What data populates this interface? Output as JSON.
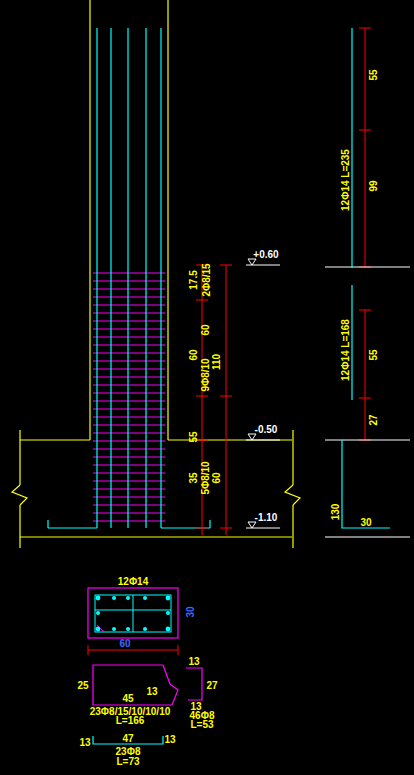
{
  "diagram": {
    "labels": [
      "+0.60",
      "-0.50",
      "-1.10",
      "17.5",
      "2Φ8/15",
      "60",
      "60",
      "9Φ8/10",
      "110",
      "55",
      "35",
      "5Φ8/10",
      "60",
      "55",
      "99",
      "12Φ14 L=235",
      "55",
      "27",
      "12Φ14 L=168",
      "130",
      "30",
      "12Φ14",
      "30",
      "60",
      "25",
      "45",
      "13",
      "23Φ8/15/10/10/10",
      "L=166",
      "13",
      "27",
      "13",
      "46Φ8",
      "L=53",
      "13",
      "47",
      "13",
      "23Φ8",
      "L=73"
    ]
  }
}
